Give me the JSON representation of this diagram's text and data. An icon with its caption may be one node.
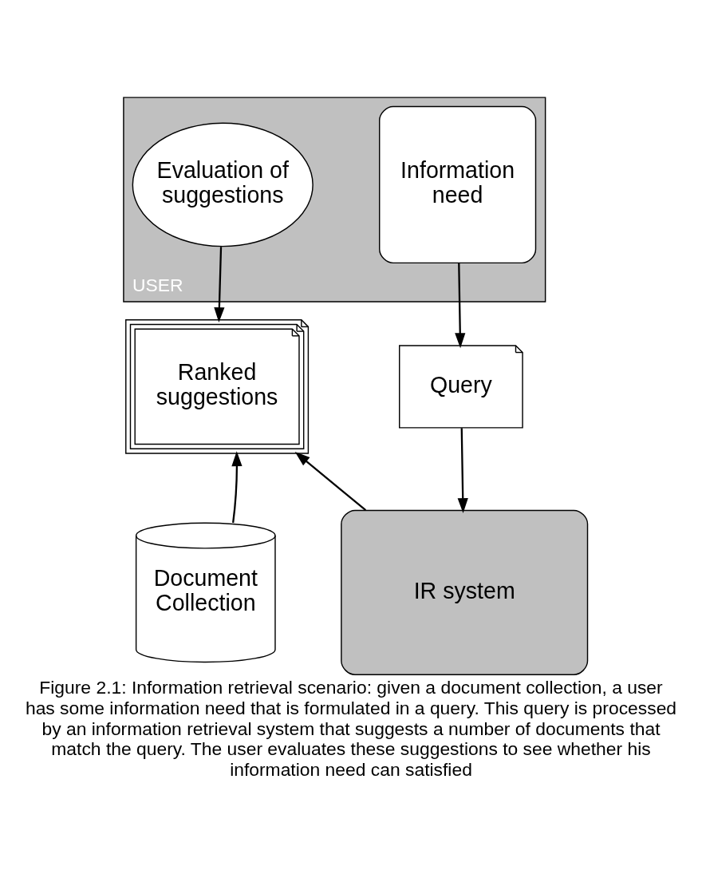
{
  "diagram": {
    "caption": "Figure 2.1: Information retrieval scenario: given a document collection, a user has some information need that is formulated in a query. This query is processed by an information retrieval system that suggests a number of documents that match the query. The user evaluates these suggestions to see whether his information need can satisfied",
    "nodes": [
      {
        "text": [
          "USER"
        ]
      },
      {
        "text": [
          "Evaluation of suggestions"
        ],
        "in": 0
      },
      {
        "text": [
          "Information need"
        ],
        "in": 0
      },
      {
        "text": [
          "Ranked suggestions"
        ]
      },
      {
        "text": [
          "Query"
        ]
      },
      {
        "text": [
          "Document Collection"
        ]
      },
      {
        "text": [
          "IR system"
        ]
      }
    ],
    "edges": [
      {
        "from": 1,
        "to": 3,
        "arrow": "to"
      },
      {
        "from": 2,
        "to": 4,
        "arrow": "to"
      },
      {
        "from": 4,
        "to": 6,
        "arrow": "to"
      },
      {
        "from": 5,
        "to": 3,
        "arrow": "to"
      },
      {
        "from": 6,
        "to": 3,
        "arrow": "to"
      }
    ]
  }
}
